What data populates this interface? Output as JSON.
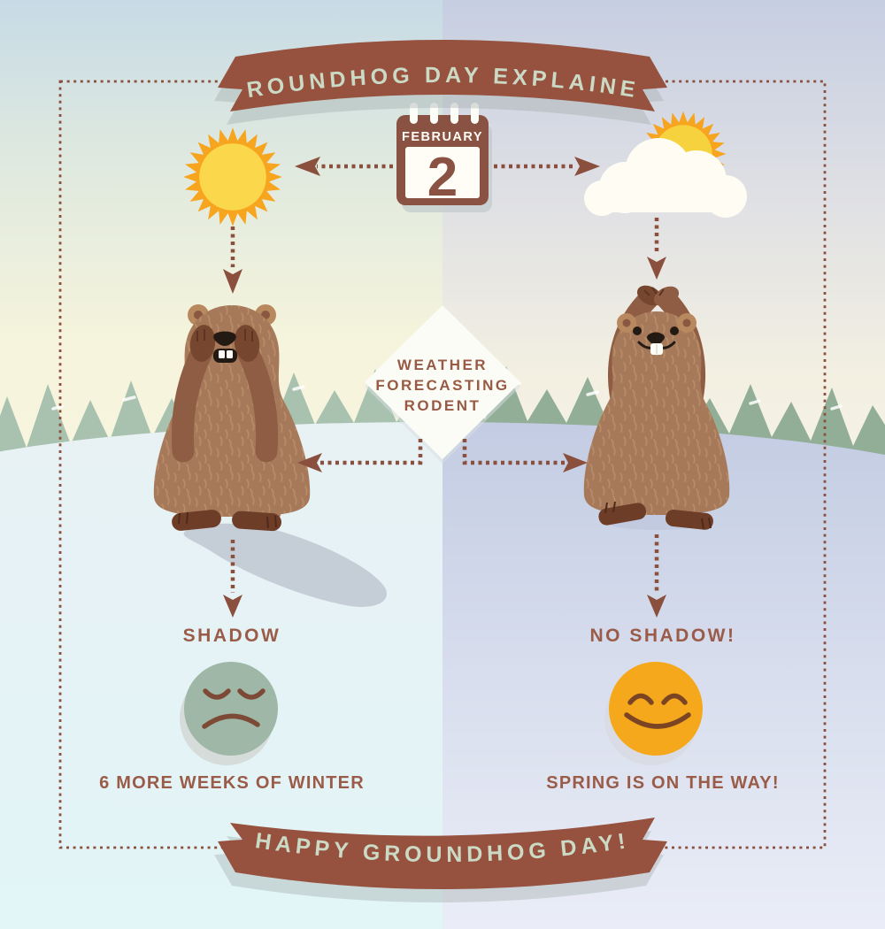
{
  "top_banner": {
    "text": "GROUNDHOG DAY EXPLAINED"
  },
  "bottom_banner": {
    "text": "HAPPY GROUNDHOG DAY!"
  },
  "calendar": {
    "month": "FEBRUARY",
    "day": "2"
  },
  "center_diamond": {
    "lines": [
      "WEATHER",
      "FORECASTING",
      "RODENT"
    ]
  },
  "left_column": {
    "outcome_label": "SHADOW",
    "result_caption": "6 MORE WEEKS OF WINTER",
    "face": "sad-face",
    "weather_icon": "sun"
  },
  "right_column": {
    "outcome_label": "NO SHADOW!",
    "result_caption": "SPRING IS ON THE WAY!",
    "face": "happy-face",
    "weather_icon": "sun-behind-cloud"
  },
  "icons": {
    "left_weather": "sun-icon",
    "right_weather": "sun-behind-cloud-icon",
    "calendar": "calendar-icon",
    "left_groundhog": "groundhog-covering-eyes",
    "right_groundhog": "groundhog-celebrating",
    "left_face": "sad-face-icon",
    "right_face": "happy-face-icon"
  },
  "colors": {
    "ribbon_brown": "#96523f",
    "ribbon_text": "#cbdac5",
    "label_brown": "#9a5b48",
    "arrow_brown": "#8a4f3d",
    "sun_rays": "#f7a41f",
    "sun_core": "#fbd84b",
    "sad_face_fill": "#9fb7a6",
    "happy_face_fill": "#f5a81c",
    "groundhog_fur": "#a6795a",
    "trees_left": "#a9c2b0",
    "trees_right": "#92ae96"
  }
}
